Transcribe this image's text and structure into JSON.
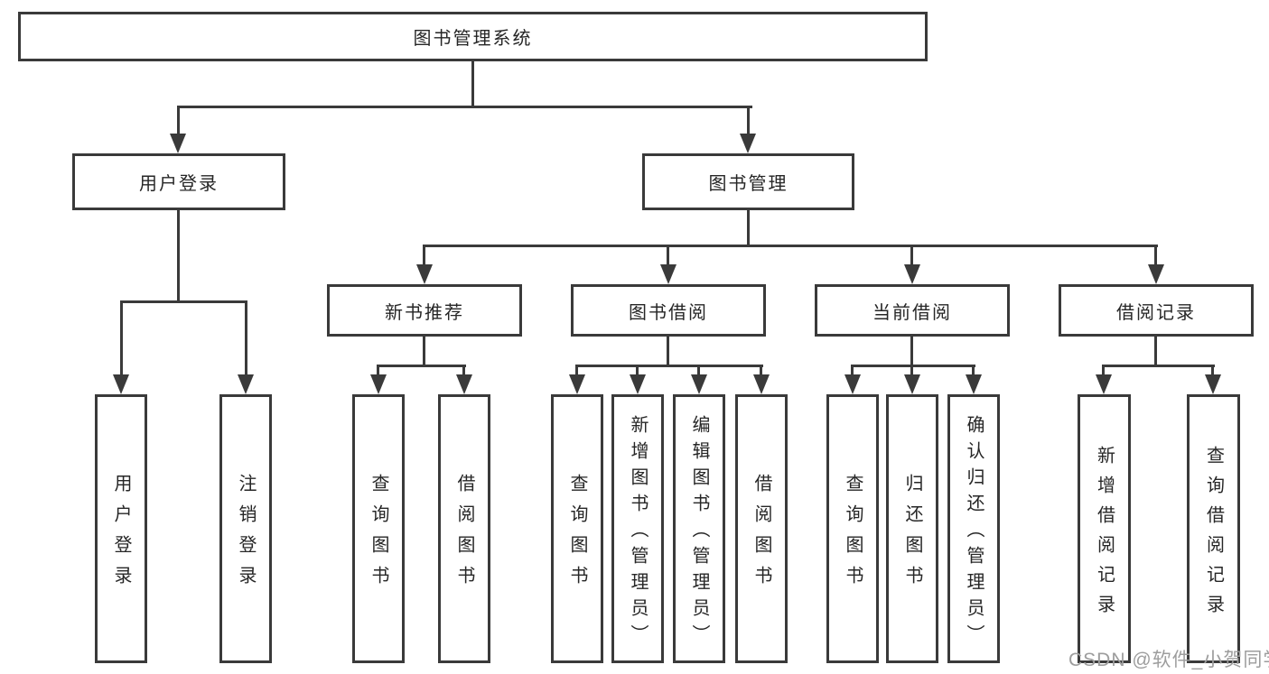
{
  "colors": {
    "line": "#3a3a3a",
    "box_border": "#3a3a3a",
    "text": "#262626",
    "watermark": "#9d9d9d",
    "background": "#ffffff"
  },
  "tree": {
    "root": {
      "label": "图书管理系统"
    },
    "level2": [
      {
        "label": "用户登录",
        "children": [
          {
            "label": "用户登录"
          },
          {
            "label": "注销登录"
          }
        ]
      },
      {
        "label": "图书管理",
        "children": [
          {
            "label": "新书推荐",
            "children": [
              {
                "label": "查询图书"
              },
              {
                "label": "借阅图书"
              }
            ]
          },
          {
            "label": "图书借阅",
            "children": [
              {
                "label": "查询图书"
              },
              {
                "label": "新增图书（管理员）"
              },
              {
                "label": "编辑图书（管理员）"
              },
              {
                "label": "借阅图书"
              }
            ]
          },
          {
            "label": "当前借阅",
            "children": [
              {
                "label": "查询图书"
              },
              {
                "label": "归还图书"
              },
              {
                "label": "确认归还（管理员）"
              }
            ]
          },
          {
            "label": "借阅记录",
            "children": [
              {
                "label": "新增借阅记录"
              },
              {
                "label": "查询借阅记录"
              }
            ]
          }
        ]
      }
    ]
  },
  "watermark": {
    "text": "CSDN @软件_小贺同学"
  }
}
